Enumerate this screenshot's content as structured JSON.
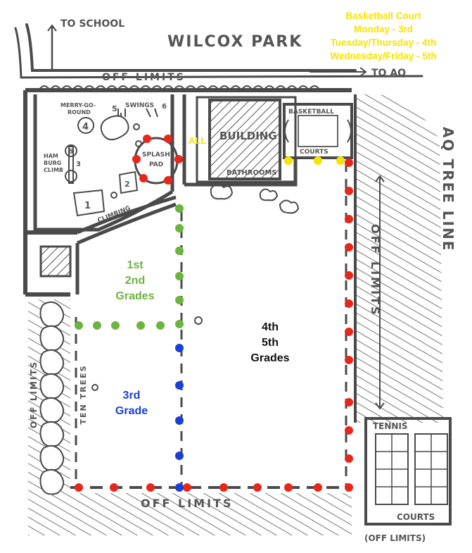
{
  "map": {
    "park_name": "WILCOX PARK",
    "to_school": "TO SCHOOL",
    "to_aq": "TO AQ",
    "off_limits": "OFF LIMITS",
    "off_limits_paren": "(OFF LIMITS)",
    "building": "BUILDING",
    "bathrooms": "BATHROOMS",
    "basketball": "BASKETBALL",
    "courts": "COURTS",
    "tennis": "TENNIS",
    "tennis_courts": "COURTS",
    "tree_line": "AQ TREE LINE",
    "ten_trees": "TEN TREES",
    "merry_go_round": [
      "MERRY-GO-",
      "ROUND"
    ],
    "swings": "SWINGS",
    "ham_burg_climb": [
      "HAM",
      "BURG",
      "CLIMB"
    ],
    "climbing": "CLIMBING",
    "splash_pad": [
      "SPLASH",
      "PAD"
    ],
    "all_label": "ALL",
    "numbers": {
      "n1": "1",
      "n2": "2",
      "n3": "3",
      "n4": "4",
      "n5": "5",
      "n6": "6"
    }
  },
  "schedule": {
    "title": "Basketball Court",
    "lines": [
      "Monday - 3rd",
      "Tuesday/Thursday - 4th",
      "Wednesday/Friday - 5th"
    ]
  },
  "zones": {
    "green": {
      "lines": [
        "1st",
        "2nd",
        "Grades"
      ]
    },
    "blue": {
      "lines": [
        "3rd",
        "Grade"
      ]
    },
    "black": {
      "lines": [
        "4th",
        "5th",
        "Grades"
      ]
    }
  },
  "colors": {
    "red": "#e8261a",
    "green": "#6db33f",
    "blue": "#1a3fd6",
    "yellow": "#f5e300",
    "ink": "#4a4a4a"
  }
}
